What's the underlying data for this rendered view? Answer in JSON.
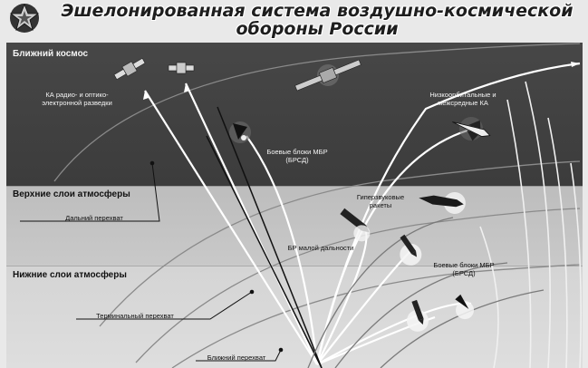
{
  "title": {
    "line1": "Эшелонированная система воздушно-космической",
    "line2": "обороны России"
  },
  "zones": {
    "near_space": "Ближний космос",
    "upper_atmosphere": "Верхние слои атмосферы",
    "lower_atmosphere": "Нижние слои атмосферы"
  },
  "labels": {
    "recon_sats": {
      "l1": "КА радио- и оптико-",
      "l2": "электронной разведки"
    },
    "leo_meo": {
      "l1": "Низкоорбитальные и",
      "l2": "межсредные  КА"
    },
    "icbm_warheads_space": {
      "l1": "Боевые блоки МБР",
      "l2": "(БРСД)"
    },
    "hypersonic": {
      "l1": "Гиперзвуковые",
      "l2": "ракеты"
    },
    "srbm": "БР малой дальности",
    "icbm_warheads_low": {
      "l1": "Боевые блоки МБР",
      "l2": "(БРСД)"
    }
  },
  "intercepts": {
    "long_range": "Дальний перехват",
    "terminal": "Терминальный перехват",
    "near": "Ближний перехват"
  },
  "icons": {
    "emblem": "star-emblem-icon",
    "satellite": "satellite-icon",
    "missile": "missile-icon",
    "warhead": "warhead-icon",
    "explosion": "explosion-icon"
  }
}
